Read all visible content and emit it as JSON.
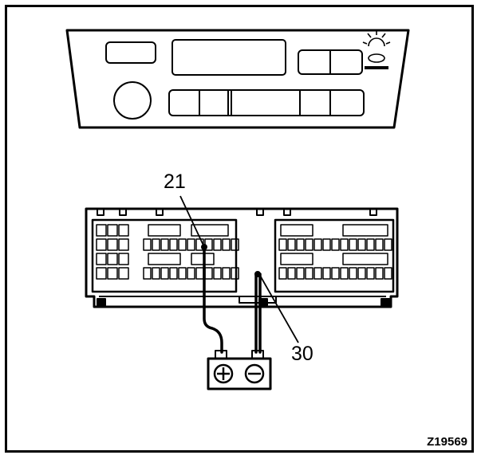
{
  "diagram": {
    "pin_labels": {
      "pin_a": "21",
      "pin_b": "30"
    },
    "figure_code": "Z19569",
    "battery": {
      "positive_symbol": "⊕",
      "negative_symbol": "⊖"
    },
    "colors": {
      "line": "#000000",
      "background": "#ffffff"
    }
  }
}
